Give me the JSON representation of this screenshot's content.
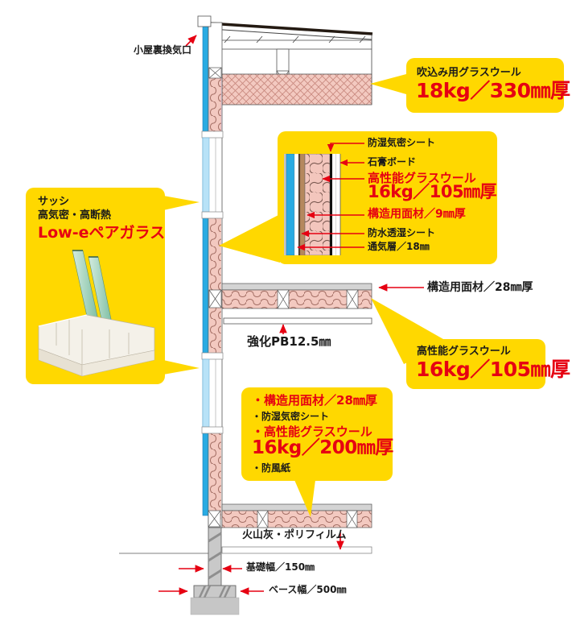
{
  "colors": {
    "callout_yellow": "#ffd800",
    "accent_red": "#e60012",
    "siding_blue": "#29abe2",
    "glass_blue": "#b8e2f7",
    "insulation_pink": "#f3c9c0",
    "concrete_gray": "#c9c9c9"
  },
  "callouts": {
    "ceiling": {
      "title": "吹込み用グラスウール",
      "value": "18kg／330㎜厚"
    },
    "wall_detail": {
      "rows": [
        {
          "text": "防湿気密シート"
        },
        {
          "text": "石膏ボード"
        },
        {
          "text": "高性能グラスウール"
        },
        {
          "text": "16kg／105㎜厚"
        },
        {
          "text": "構造用面材／9㎜厚"
        },
        {
          "text": "防水透湿シート"
        },
        {
          "text": "通気層／18㎜"
        }
      ]
    },
    "sash": {
      "line1": "サッシ",
      "line2": "高気密・高断熱",
      "line3": "Low-eペアガラス"
    },
    "floor": {
      "title": "高性能グラスウール",
      "value": "16kg／105㎜厚"
    },
    "lower_wall": {
      "items": [
        {
          "text": "・構造用面材／28㎜厚"
        },
        {
          "text": "・防湿気密シート"
        },
        {
          "text": "・高性能グラスウール"
        },
        {
          "text": "16kg／200㎜厚"
        },
        {
          "text": "・防風紙"
        }
      ]
    }
  },
  "labels": {
    "attic_vent": "小屋裏換気口",
    "structural_panel_28": "構造用面材／28㎜厚",
    "reinforced_pb": "強化PB12.5㎜",
    "volcanic_ash_film": "火山灰・ポリフィルム",
    "foundation_width": "基礎幅／150㎜",
    "base_width": "ベース幅／500㎜"
  }
}
